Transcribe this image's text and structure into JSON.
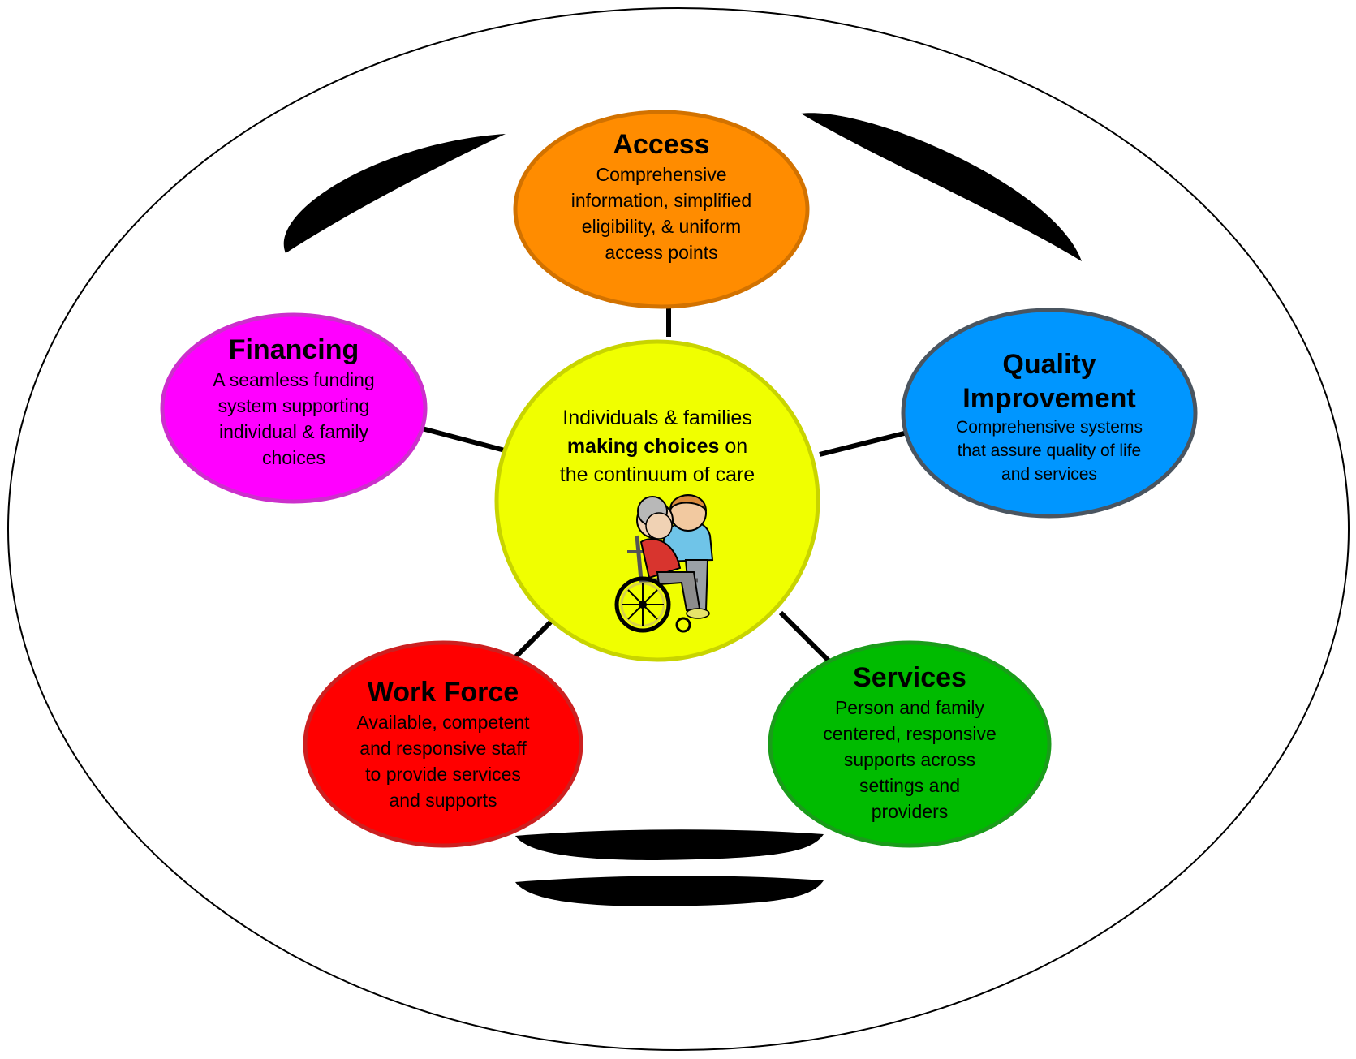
{
  "diagram": {
    "center": {
      "line1": "Individuals & families",
      "line2_bold": "making choices",
      "line2_rest": " on",
      "line3": "the continuum of care",
      "illustration": "wheelchair-caregiver-icon",
      "color": "#F0FF00"
    },
    "nodes": {
      "access": {
        "title": "Access",
        "desc": [
          "Comprehensive",
          "information, simplified",
          "eligibility, & uniform",
          "access points"
        ],
        "color": "#FF8C00"
      },
      "quality": {
        "title": [
          "Quality",
          "Improvement"
        ],
        "desc": [
          "Comprehensive systems",
          "that assure quality of life",
          "and services"
        ],
        "color": "#0096FF"
      },
      "services": {
        "title": "Services",
        "desc": [
          "Person and family",
          "centered, responsive",
          "supports across",
          "settings and",
          "providers"
        ],
        "color": "#00BB00"
      },
      "workforce": {
        "title": "Work Force",
        "desc": [
          "Available, competent",
          "and responsive staff",
          "to provide services",
          "and supports"
        ],
        "color": "#FF0000"
      },
      "financing": {
        "title": "Financing",
        "desc": [
          "A seamless funding",
          "system supporting",
          "individual & family",
          "choices"
        ],
        "color": "#FF00FF"
      }
    }
  }
}
